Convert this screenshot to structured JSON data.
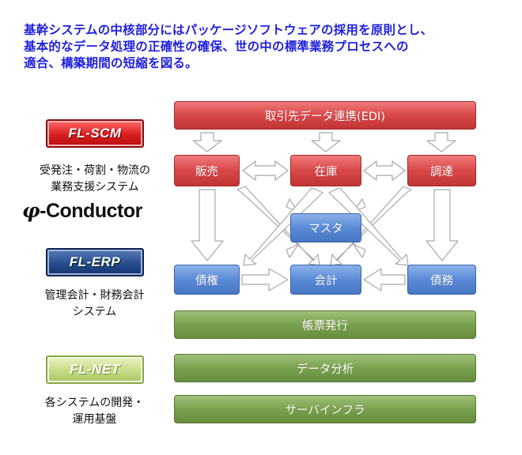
{
  "headline": {
    "line1": "基幹システムの中核部分にはパッケージソフトウェアの採用を原則とし、",
    "line2": "基本的なデータ処理の正確性の確保、世の中の標準業務プロセスへの",
    "line3": "適合、構築期間の短縮を図る。"
  },
  "badges": {
    "scm": "FL-SCM",
    "erp": "FL-ERP",
    "net": "FL-NET"
  },
  "descriptions": {
    "scm_line1": "受発注・荷割・物流の",
    "scm_line2": "業務支援システム",
    "product_symbol": "φ",
    "product_name": "-Conductor",
    "erp_line1": "管理会計・財務会計",
    "erp_line2": "システム",
    "net_line1": "各システムの開発・",
    "net_line2": "運用基盤"
  },
  "boxes": {
    "edi": "取引先データ連携(EDI)",
    "sales": "販売",
    "stock": "在庫",
    "procure": "調達",
    "master": "マスタ",
    "receivable": "債権",
    "accounting": "会計",
    "payable": "債務",
    "forms": "帳票発行",
    "analysis": "データ分析",
    "infra": "サーバインフラ"
  },
  "colors": {
    "headline": "#1f1fe0",
    "red_box": "#d94848",
    "blue_box": "#5b8bd6",
    "green_box": "#7aa14f",
    "arrow_fill": "#ffffff",
    "arrow_stroke": "#a8a8a8"
  }
}
